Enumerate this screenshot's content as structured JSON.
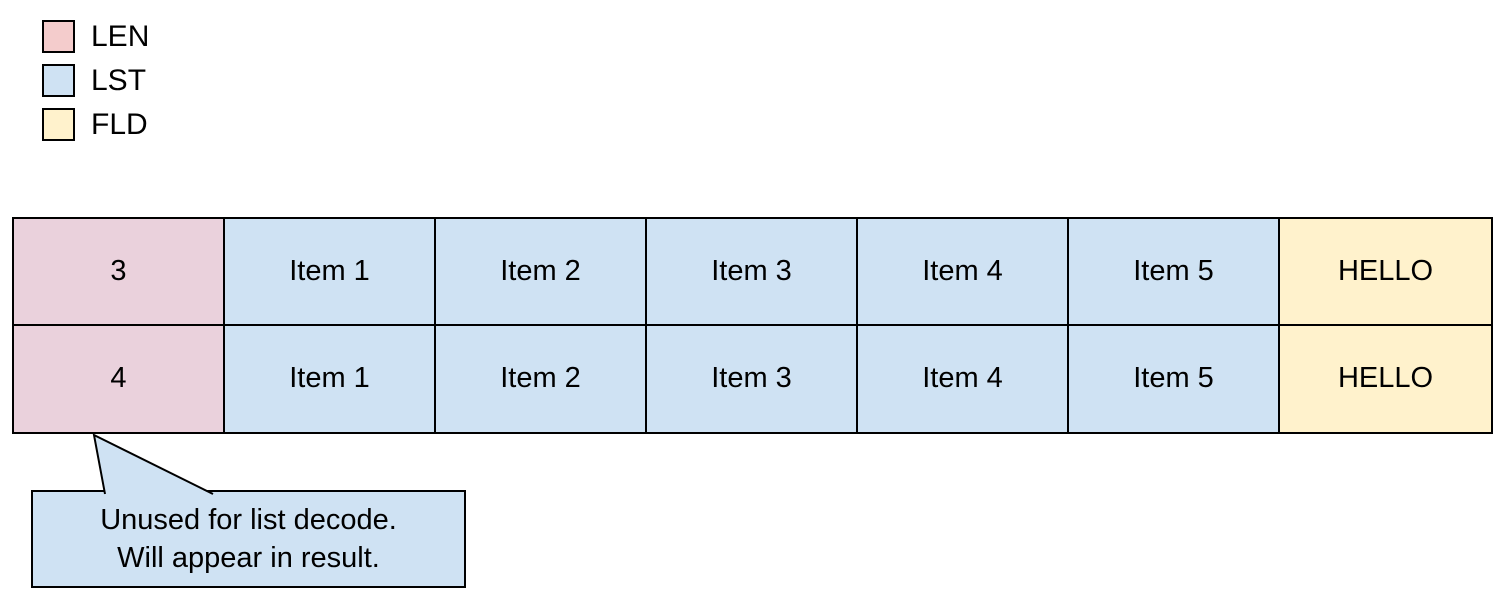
{
  "legend": {
    "items": [
      {
        "label": "LEN",
        "color": "#f4cccc"
      },
      {
        "label": "LST",
        "color": "#cfe2f3"
      },
      {
        "label": "FLD",
        "color": "#fff2cc"
      }
    ]
  },
  "table": {
    "cell_colors": {
      "len": "#ead1dc",
      "lst": "#cfe2f3",
      "fld": "#fff2cc"
    },
    "border_color": "#000000",
    "rows": [
      {
        "len": "3",
        "items": [
          "Item 1",
          "Item 2",
          "Item 3",
          "Item 4",
          "Item 5"
        ],
        "field": "HELLO"
      },
      {
        "len": "4",
        "items": [
          "Item 1",
          "Item 2",
          "Item 3",
          "Item 4",
          "Item 5"
        ],
        "field": "HELLO"
      }
    ]
  },
  "callout": {
    "lines": [
      "Unused for list decode.",
      "Will appear in result."
    ],
    "fill_color": "#cfe2f3",
    "border_color": "#000000"
  }
}
